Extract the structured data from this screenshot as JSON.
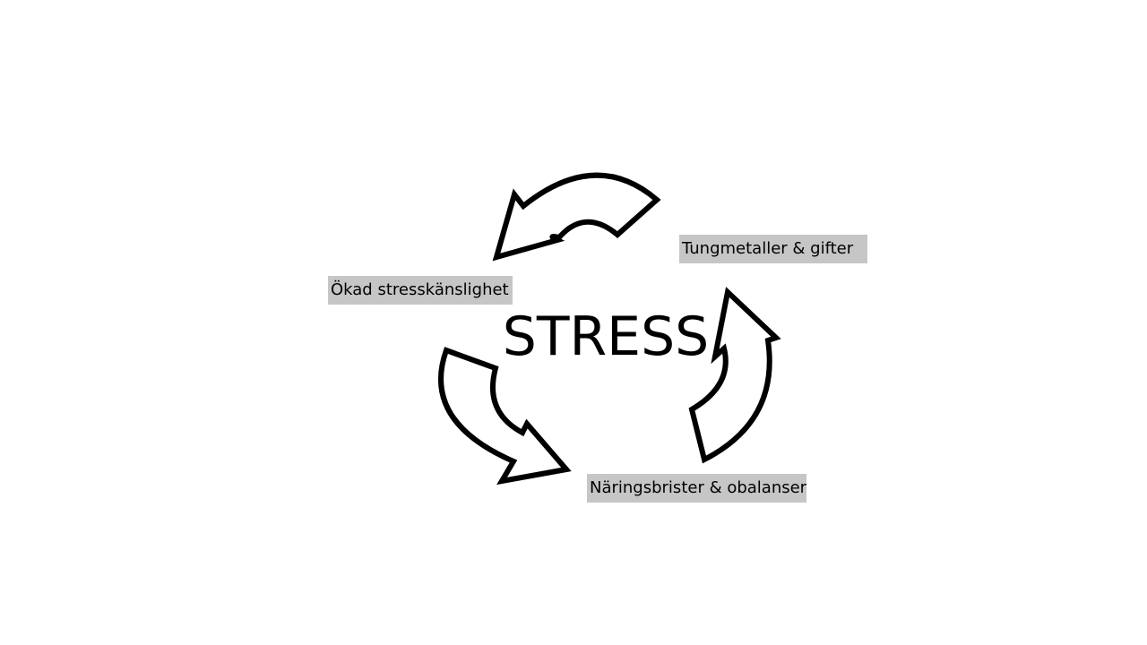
{
  "diagram": {
    "center": "STRESS",
    "labels": [
      "Ökad stresskänslighet",
      "Tungmetaller & gifter",
      "Näringsbrister & obalanser"
    ]
  },
  "colors": {
    "background": "#ffffff",
    "arrow_fill": "#ffffff",
    "arrow_stroke": "#000000",
    "label_background": "#c6c6c6",
    "text": "#000000"
  },
  "icons": [
    "curved-arrow-icon",
    "curved-arrow-icon",
    "curved-arrow-icon"
  ]
}
